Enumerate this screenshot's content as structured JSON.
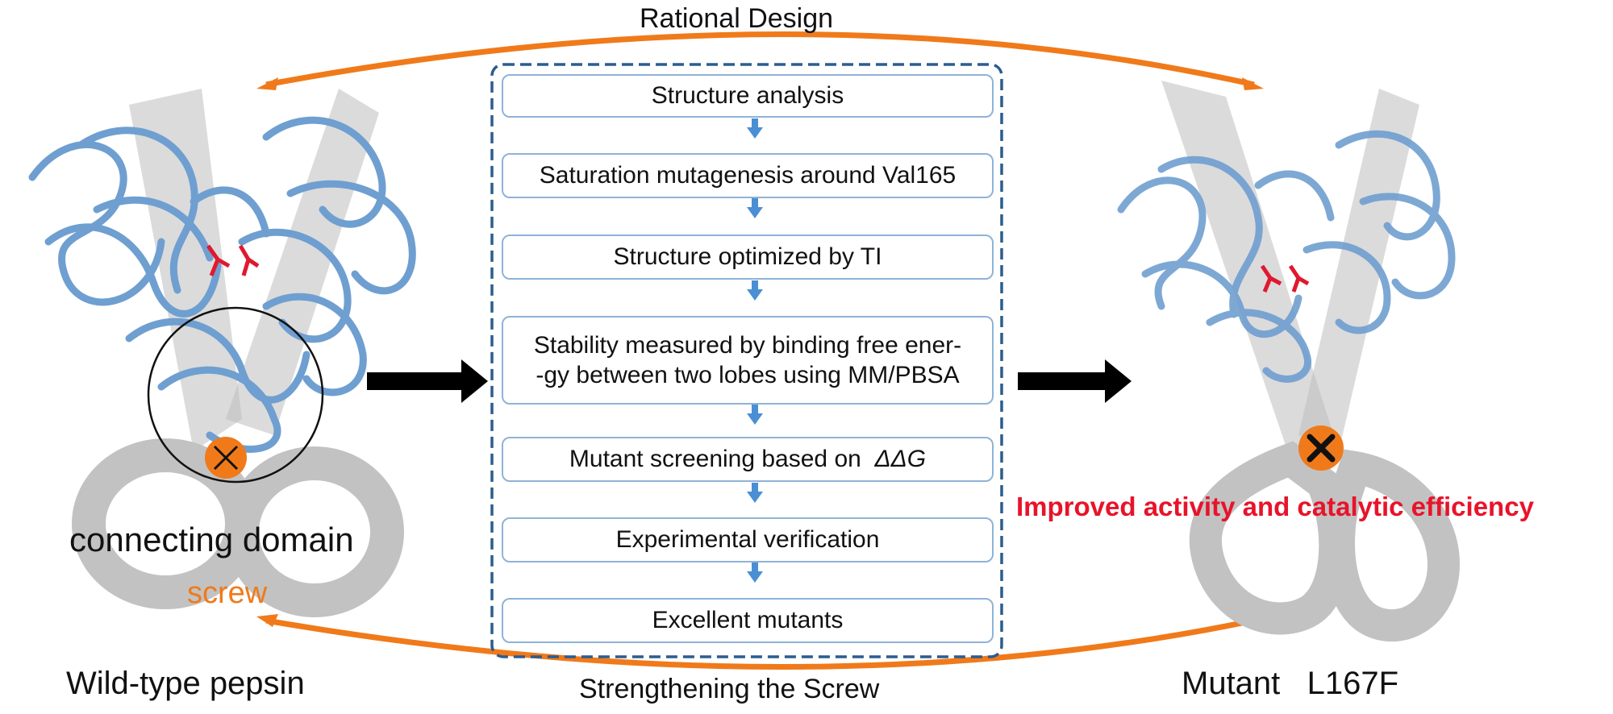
{
  "labels": {
    "top_arc": "Rational Design",
    "bottom_arc": "Strengthening the Screw",
    "left_domain": "connecting domain",
    "left_screw": "screw",
    "left_caption": "Wild-type pepsin",
    "right_result": "Improved activity and catalytic efficiency",
    "right_caption": "Mutant   L167F"
  },
  "steps": [
    {
      "text": "Structure analysis"
    },
    {
      "text": "Saturation mutagenesis around Val165"
    },
    {
      "text": "Structure optimized by TI"
    },
    {
      "line1": "Stability measured by binding free ener-",
      "line2": "-gy between two lobes  using MM/PBSA"
    },
    {
      "text": "Mutant screening based on  ",
      "italic": "ΔΔG"
    },
    {
      "text": "Experimental verification"
    },
    {
      "text": "Excellent mutants"
    }
  ],
  "colors": {
    "orange": "#f07a1a",
    "protein_blue": "#6f9fd0",
    "dash_blue": "#2b5d8f",
    "step_border": "#8fb3d8",
    "connector_blue": "#4a8fd4",
    "result_red": "#e8132a",
    "scissor_gray": "#b0b0b0"
  },
  "icons": [
    "protein-ribbon-icon",
    "scissors-icon",
    "screw-x-icon",
    "arrow-right-icon",
    "arrow-down-icon"
  ]
}
